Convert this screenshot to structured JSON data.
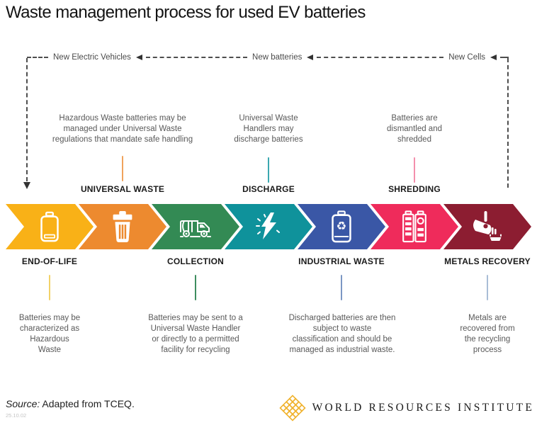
{
  "title": "Waste management process for used EV batteries",
  "return_flow": {
    "labels": [
      "New Electric Vehicles",
      "New batteries",
      "New Cells"
    ]
  },
  "stages": [
    {
      "name": "END-OF-LIFE",
      "color": "#F9B117",
      "line_color": "#F2D268",
      "icon": "battery-icon",
      "annotation": "Batteries may be\ncharacterized as\nHazardous\nWaste"
    },
    {
      "name": "UNIVERSAL WASTE",
      "color": "#ED8A2F",
      "line_color": "#F0A35C",
      "icon": "trash-icon",
      "annotation": "Hazardous Waste batteries may be\nmanaged under Universal Waste\nregulations that mandate safe handling"
    },
    {
      "name": "COLLECTION",
      "color": "#338A54",
      "line_color": "#3E8E60",
      "icon": "garbage-truck-icon",
      "annotation": "Batteries may be sent to a\nUniversal Waste Handler\nor directly to a permitted\nfacility for recycling"
    },
    {
      "name": "DISCHARGE",
      "color": "#0F929B",
      "line_color": "#3BA8B0",
      "icon": "lightning-icon",
      "annotation": "Universal Waste\nHandlers may\ndischarge batteries"
    },
    {
      "name": "INDUSTRIAL WASTE",
      "color": "#3A57A6",
      "line_color": "#7C97C4",
      "icon": "battery-recycle-icon",
      "annotation": "Discharged batteries are then\nsubject to waste\nclassification and should be\nmanaged as industrial waste."
    },
    {
      "name": "SHREDDING",
      "color": "#EF2B5B",
      "line_color": "#F48FAC",
      "icon": "shredded-batteries-icon",
      "annotation": "Batteries are\ndismantled and\nshredded"
    },
    {
      "name": "METALS RECOVERY",
      "color": "#8C1D31",
      "line_color": "#A9BDD6",
      "icon": "metal-pouring-icon",
      "annotation": "Metals are\nrecovered from\nthe recycling\nprocess"
    }
  ],
  "footer": {
    "source_label": "Source:",
    "source_text": " Adapted from TCEQ.",
    "note": "25.10.02",
    "logo_text": "WORLD RESOURCES INSTITUTE",
    "logo_color": "#F0B22D"
  }
}
